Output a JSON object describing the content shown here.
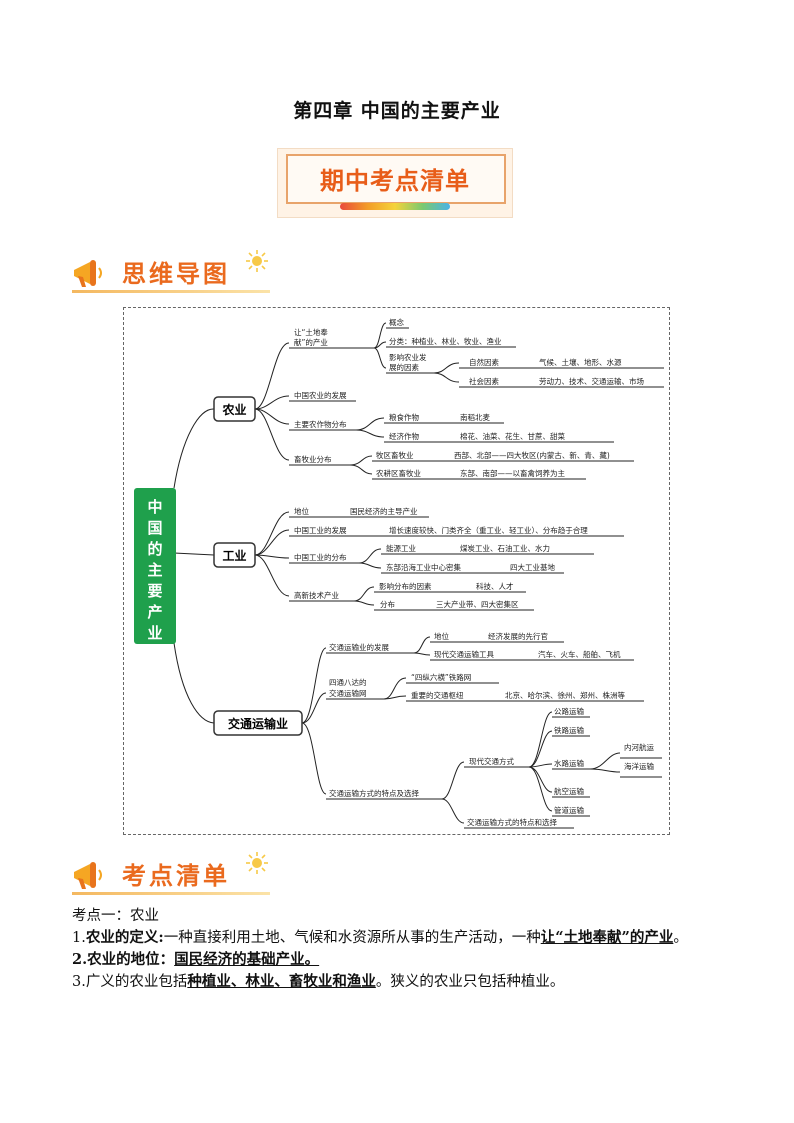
{
  "title": "第四章  中国的主要产业",
  "banner": "期中考点清单",
  "section1": "思维导图",
  "section2": "考点清单",
  "mindmap": {
    "root": "中国的主要产业",
    "root_chars": [
      "中",
      "国",
      "的",
      "主",
      "要",
      "产",
      "业"
    ],
    "agri": "农业",
    "industry": "工业",
    "transport": "交通运输业",
    "a1": "让“土地奉",
    "a1b": "献”的产业",
    "a1_1": "概念",
    "a1_2": "分类：种植业、林业、牧业、渔业",
    "a1_3a": "影响农业发",
    "a1_3b": "展的因素",
    "a1_3_1": "自然因素",
    "a1_3_1v": "气候、土壤、地形、水源",
    "a1_3_2": "社会因素",
    "a1_3_2v": "劳动力、技术、交通运输、市场",
    "a2": "中国农业的发展",
    "a3": "主要农作物分布",
    "a3_1": "粮食作物",
    "a3_1v": "南稻北麦",
    "a3_2": "经济作物",
    "a3_2v": "棉花、油菜、花生、甘蔗、甜菜",
    "a4": "畜牧业分布",
    "a4_1": "牧区畜牧业",
    "a4_1v": "西部、北部——四大牧区(内蒙古、新、青、藏)",
    "a4_2": "农耕区畜牧业",
    "a4_2v": "东部、南部——以畜禽饲养为主",
    "i1": "地位",
    "i1v": "国民经济的主导产业",
    "i2": "中国工业的发展",
    "i2v": "增长速度较快、门类齐全（重工业、轻工业）、分布趋于合理",
    "i3": "中国工业的分布",
    "i3_1": "能源工业",
    "i3_1v": "煤炭工业、石油工业、水力",
    "i3_2": "东部沿海工业中心密集",
    "i3_2v": "四大工业基地",
    "i4": "高新技术产业",
    "i4_1": "影响分布的因素",
    "i4_1v": "科技、人才",
    "i4_2": "分布",
    "i4_2v": "三大产业带、四大密集区",
    "t1": "交通运输业的发展",
    "t1_1": "地位",
    "t1_1v": "经济发展的先行官",
    "t1_2": "现代交通运输工具",
    "t1_2v": "汽车、火车、船舶、飞机",
    "t2a": "四通八达的",
    "t2b": "交通运输网",
    "t2_1": "“四纵六横”铁路网",
    "t2_2": "重要的交通枢纽",
    "t2_2v": "北京、哈尔滨、徐州、郑州、株洲等",
    "t3": "交通运输方式的特点及选择",
    "t3_1": "现代交通方式",
    "t3_1_1": "公路运输",
    "t3_1_2": "铁路运输",
    "t3_1_3": "水路运输",
    "t3_1_3a": "内河航运",
    "t3_1_3b": "海洋运输",
    "t3_1_4": "航空运输",
    "t3_1_5": "管道运输",
    "t3_2": "交通运输方式的特点和选择"
  },
  "points": {
    "heading": "考点一：农业",
    "l1_prefix": "1.",
    "l1_term": "农业的定义:",
    "l1_text": "一种直接利用土地、气候和水资源所从事的生产活动，一种",
    "l1_em1": "让“土地奉献”的",
    "l1_em2": "产业",
    "l1_end": "。",
    "l2_term": "2.农业的地位：",
    "l2_em": "国民经济的基础产业。",
    "l3_prefix": "3.广义的农业包括",
    "l3_em": "种植业、林业、畜牧业和渔业",
    "l3_rest": "。狭义的农业只包括种植业。"
  }
}
